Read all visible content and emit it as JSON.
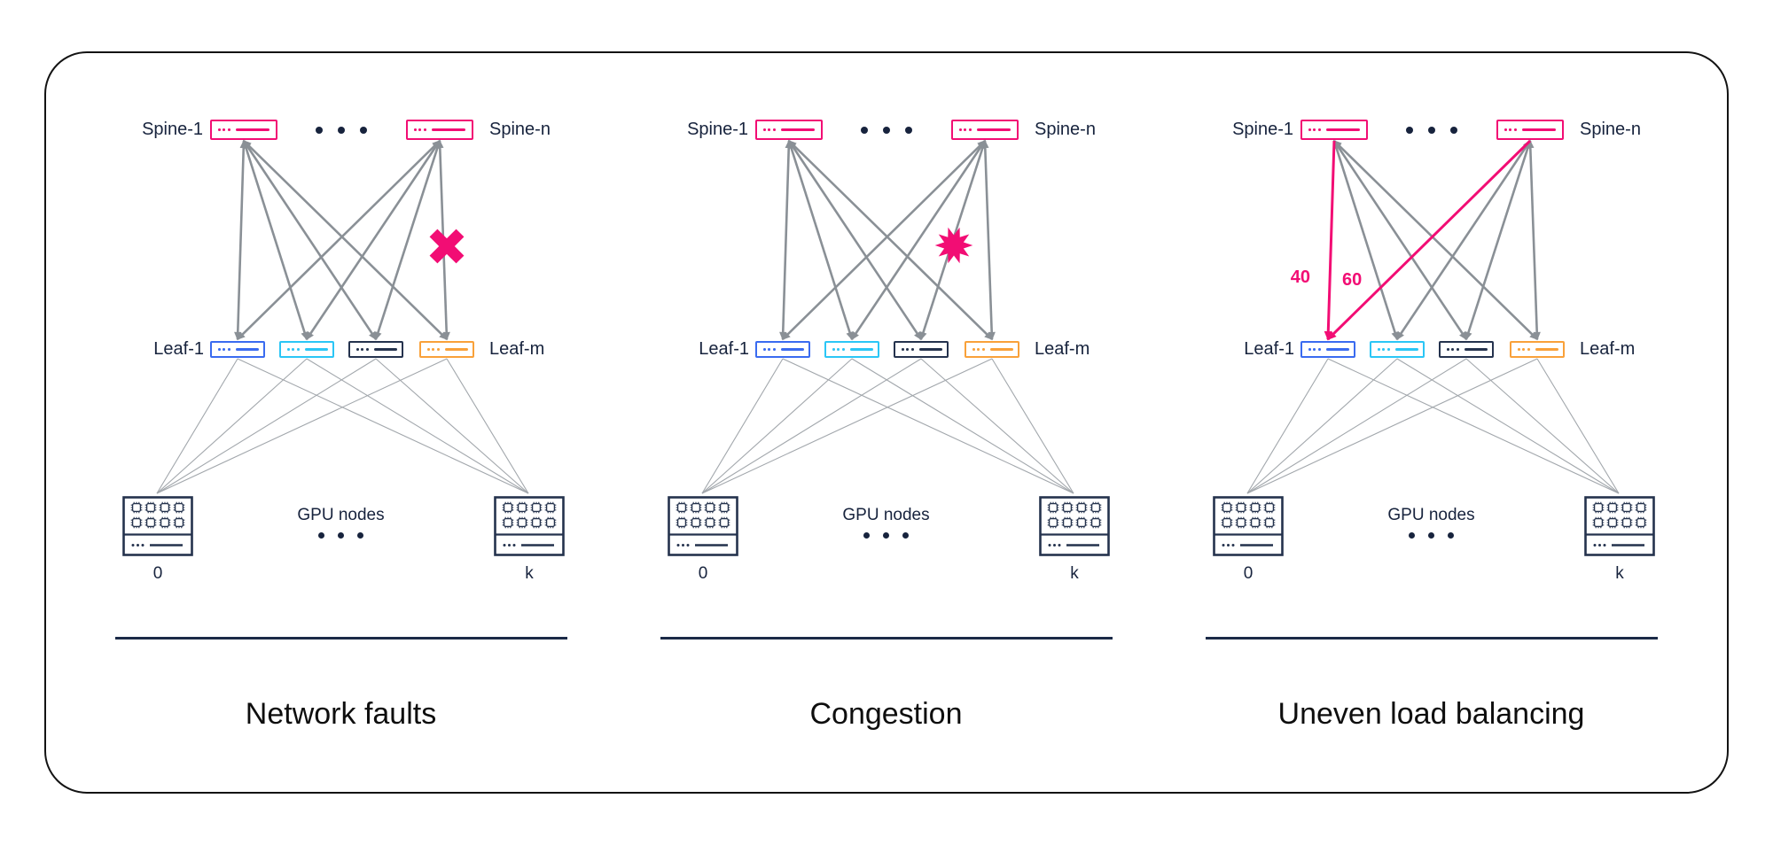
{
  "colors": {
    "accent_pink": "#F20D74",
    "leaf_blue": "#3A6BF0",
    "leaf_cyan": "#2BC6F6",
    "leaf_dark_navy": "#25334E",
    "leaf_orange": "#F9A13A",
    "spine_link_gray": "#8A9096",
    "gpu_link_gray": "#A2A7AC",
    "label_navy": "#17233D",
    "divider_navy": "#1B2A47"
  },
  "icons": {
    "spine_switch": "pink-rect-with-ellipsis-and-bar",
    "leaf_switch": "colored-rect-with-ellipsis-and-bar",
    "gpu_node": "server-box-with-8-chips-and-status-bar",
    "spine_ellipsis": "three-dots",
    "gpu_ellipsis": "three-dots",
    "fault": "x-cross",
    "congestion": "starburst"
  },
  "panels": [
    {
      "title": "Network faults",
      "spine_left": "Spine-1",
      "spine_right": "Spine-n",
      "leaf_left": "Leaf-1",
      "leaf_right": "Leaf-m",
      "gpu_label": "GPU nodes",
      "gpu_left_index": "0",
      "gpu_right_index": "k",
      "annotation": "link-failure-x-on-spine-n-to-leaf-m-link"
    },
    {
      "title": "Congestion",
      "spine_left": "Spine-1",
      "spine_right": "Spine-n",
      "leaf_left": "Leaf-1",
      "leaf_right": "Leaf-m",
      "gpu_label": "GPU nodes",
      "gpu_left_index": "0",
      "gpu_right_index": "k",
      "annotation": "congestion-burst-on-spine-n-to-leaf-3-link"
    },
    {
      "title": "Uneven load balancing",
      "spine_left": "Spine-1",
      "spine_right": "Spine-n",
      "leaf_left": "Leaf-1",
      "leaf_right": "Leaf-m",
      "gpu_label": "GPU nodes",
      "gpu_left_index": "0",
      "gpu_right_index": "k",
      "annotation": "pink-highlighted-links-into-leaf-1-with-load-values",
      "load_left": "40",
      "load_right": "60"
    }
  ]
}
